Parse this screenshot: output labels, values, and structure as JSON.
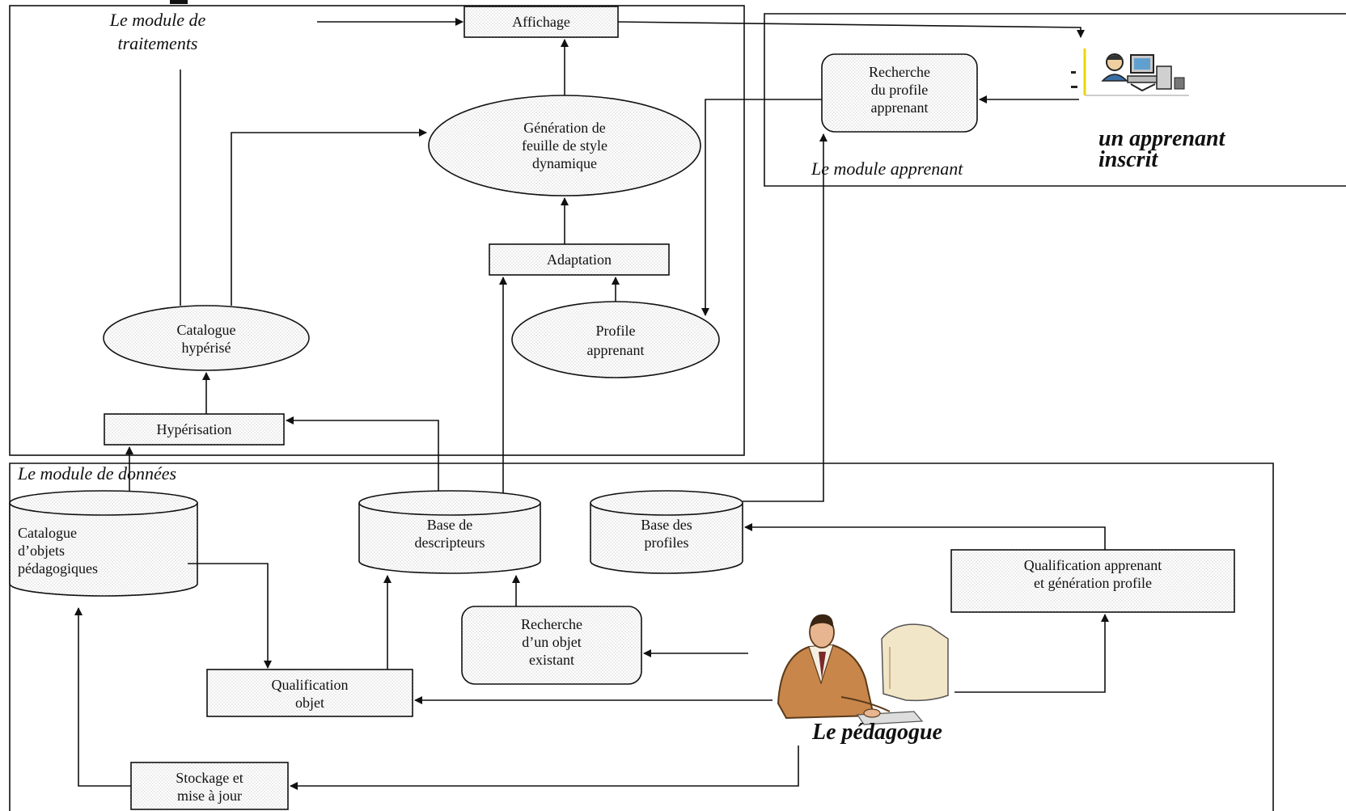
{
  "modules": {
    "traitements_line1": "Le module de",
    "traitements_line2": "traitements",
    "apprenant": "Le module apprenant",
    "donnees": "Le module de données"
  },
  "nodes": {
    "affichage": "Affichage",
    "recherche_profile": [
      "Recherche",
      "du profile",
      "apprenant"
    ],
    "generation": [
      "Génération de",
      "feuille de style",
      "dynamique"
    ],
    "adaptation": "Adaptation",
    "catalogue_hyperise": [
      "Catalogue",
      "hypérisé"
    ],
    "profile_apprenant": [
      "Profile",
      "apprenant"
    ],
    "hyperisation": "Hypérisation",
    "catalogue_objets": [
      "Catalogue",
      "d’objets",
      "pédagogiques"
    ],
    "base_descripteurs": [
      "Base de",
      "descripteurs"
    ],
    "base_profiles": [
      "Base des",
      "profiles"
    ],
    "qualification_apprenant": [
      "Qualification apprenant",
      "et génération profile"
    ],
    "recherche_objet": [
      "Recherche",
      "d’un objet",
      "existant"
    ],
    "qualification_objet": [
      "Qualification",
      "objet"
    ],
    "stockage": [
      "Stockage et",
      "mise à jour"
    ]
  },
  "actors": {
    "apprenant_line1": "un apprenant",
    "apprenant_line2": "inscrit",
    "pedagogue": "Le pédagogue"
  },
  "icons": {
    "learner": "learner-computer-icon",
    "teacher": "teacher-computer-icon"
  },
  "colors": {
    "stroke": "#111111",
    "dot_fill": "#dcdcdc",
    "skin": "#e7b58f",
    "suit": "#c9864a",
    "monitor": "#f2e6c8"
  }
}
